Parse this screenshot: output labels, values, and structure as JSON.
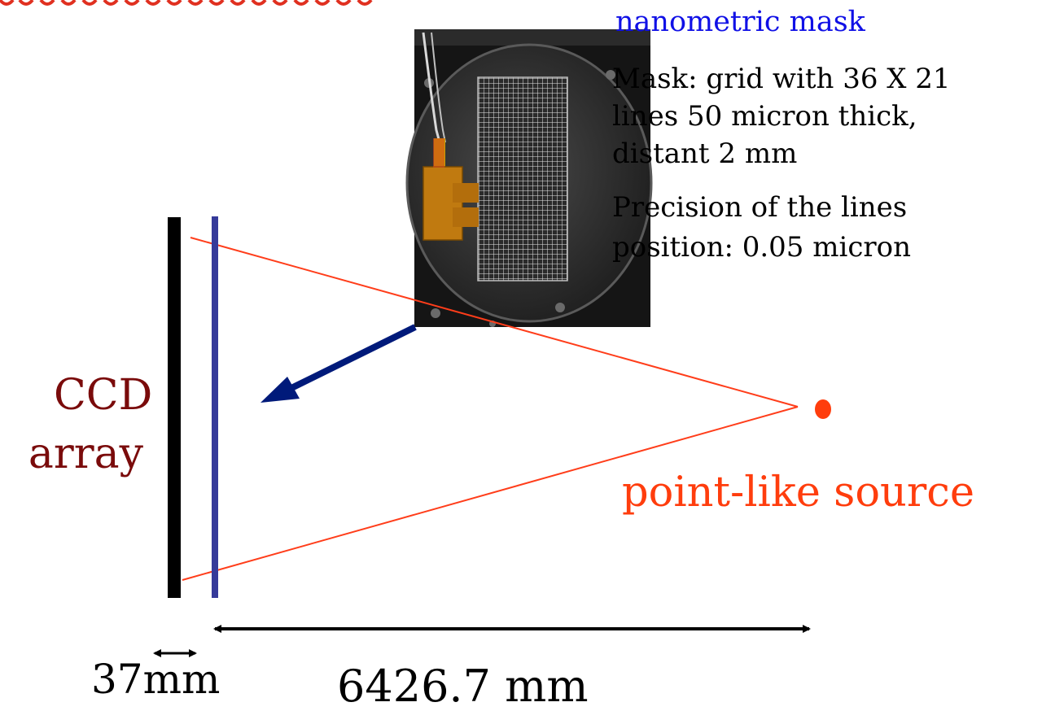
{
  "colors": {
    "title_blue": "#1010e6",
    "ccd_dark_red": "#7a0b0b",
    "source_orange_red": "#ff3d0d",
    "filter_blue": "#353a9a",
    "arrow_navy": "#001a7a",
    "ray_red": "#ff3d1a",
    "ink_black": "#000000",
    "top_fragment_red": "#e03020"
  },
  "mask": {
    "title": "nanometric mask",
    "description_lines": [
      "Mask: grid with 36 X 21",
      "lines 50 micron thick,",
      "distant 2 mm"
    ],
    "precision_lines": [
      "Precision of the lines",
      "position:  0.05 micron"
    ],
    "photo_icon": "mask-photo-icon"
  },
  "ccd": {
    "label_line_1": "CCD",
    "label_line_2": "array"
  },
  "source": {
    "label": "point-like source"
  },
  "dimensions": {
    "gap_label": "37mm",
    "distance_label": "6426.7 mm"
  }
}
